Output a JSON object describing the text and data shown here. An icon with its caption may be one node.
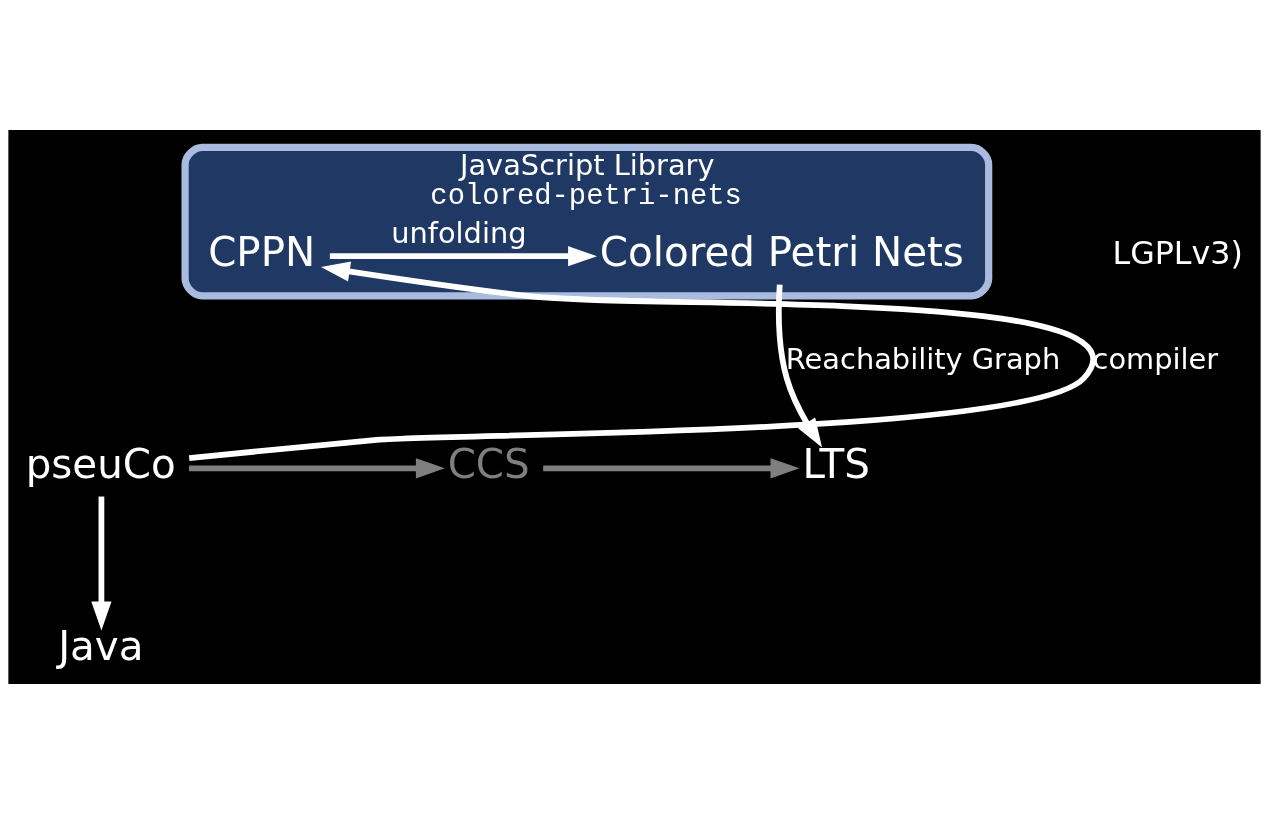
{
  "diagram": {
    "nodes": [
      {
        "text": [
          "JavaScript Library",
          "colored-petri-nets"
        ]
      },
      {
        "text": [
          "CPPN"
        ],
        "in": 0
      },
      {
        "text": [
          "Colored Petri Nets"
        ],
        "in": 0
      },
      {
        "text": [
          "pseuCo"
        ]
      },
      {
        "text": [
          "CCS"
        ]
      },
      {
        "text": [
          "LTS"
        ]
      },
      {
        "text": [
          "Java"
        ]
      }
    ],
    "edges": [
      {
        "from": 3,
        "to": 1,
        "arrow": "to",
        "label": "compiler"
      },
      {
        "from": 1,
        "to": 2,
        "arrow": "to",
        "label": "unfolding"
      },
      {
        "from": 2,
        "to": 5,
        "arrow": "to",
        "label": "Reachability Graph"
      },
      {
        "from": 3,
        "to": 4,
        "arrow": "to",
        "color": "#7f7f7f"
      },
      {
        "from": 4,
        "to": 5,
        "arrow": "to",
        "color": "#7f7f7f"
      },
      {
        "from": 3,
        "to": 6,
        "arrow": "to"
      }
    ],
    "labels": [
      "LGPLv3)"
    ]
  }
}
